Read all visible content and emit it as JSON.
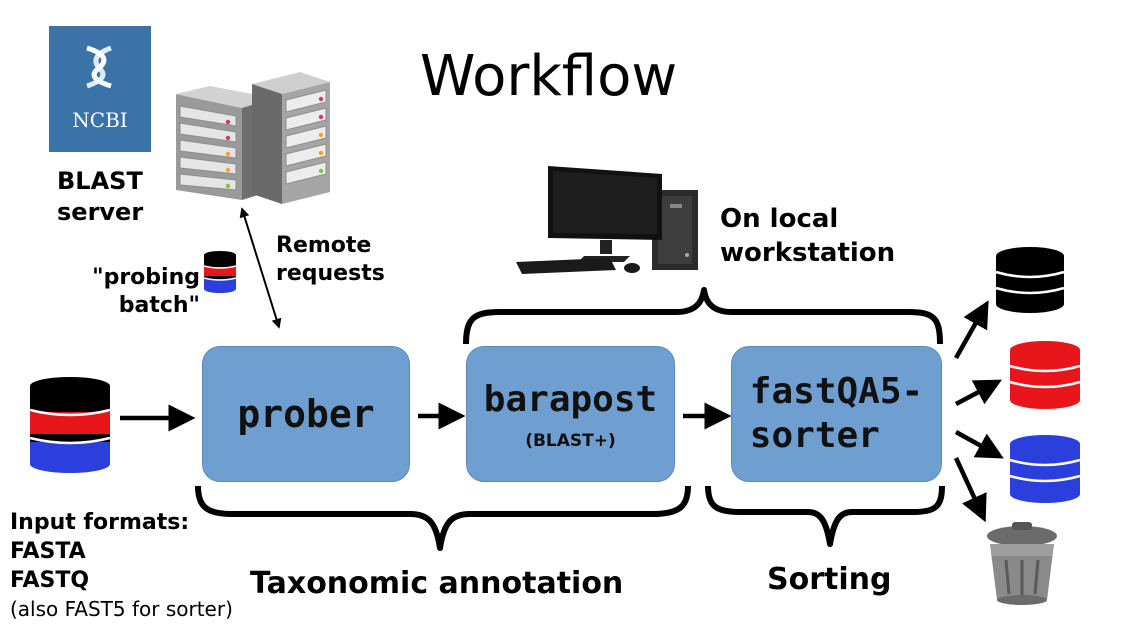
{
  "title": "Workflow",
  "ncbi": {
    "logo_text": "NCBI"
  },
  "blast_server": {
    "line1": "BLAST",
    "line2": "server"
  },
  "remote_requests": {
    "line1": "Remote",
    "line2": "requests"
  },
  "probing_batch": {
    "line1": "\"probing",
    "line2": "batch\""
  },
  "workstation": {
    "line1": "On local",
    "line2": "workstation"
  },
  "boxes": {
    "prober": {
      "label": "prober"
    },
    "barapost": {
      "label": "barapost",
      "sub": "(BLAST+)"
    },
    "sorter": {
      "line1": "fastQA5-",
      "line2": "sorter"
    }
  },
  "input_formats": {
    "heading": "Input formats:",
    "fmt1": "FASTA",
    "fmt2": "FASTQ",
    "note": "(also FAST5 for sorter)"
  },
  "bottom_labels": {
    "taxonomic": "Taxonomic annotation",
    "sorting": "Sorting"
  },
  "colors": {
    "box_fill": "#6f9fd0",
    "ncbi_blue": "#3b73a8",
    "db_red": "#e8161b",
    "db_blue": "#2a3fdc",
    "db_black": "#000000"
  }
}
